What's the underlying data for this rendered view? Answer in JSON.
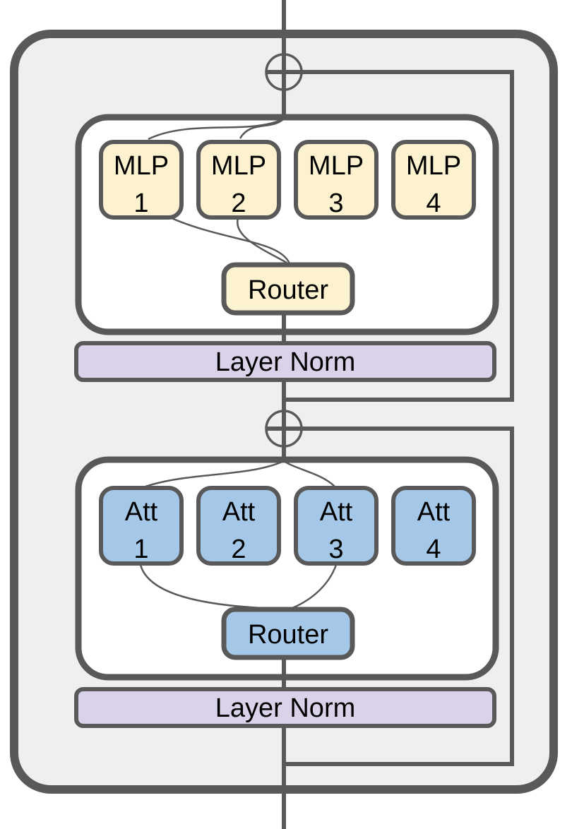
{
  "colors": {
    "line": "#595959",
    "block_fill": "#efefef",
    "container_fill": "#ffffff",
    "mlp_fill": "#fcf2d0",
    "attention_fill": "#a5c8e8",
    "layer_norm_fill": "#d9d2e9",
    "text": "#000000"
  },
  "mlp_block": {
    "experts": [
      {
        "name": "MLP",
        "index": "1"
      },
      {
        "name": "MLP",
        "index": "2"
      },
      {
        "name": "MLP",
        "index": "3"
      },
      {
        "name": "MLP",
        "index": "4"
      }
    ],
    "router": "Router",
    "layer_norm": "Layer Norm"
  },
  "attention_block": {
    "experts": [
      {
        "name": "Att",
        "index": "1"
      },
      {
        "name": "Att",
        "index": "2"
      },
      {
        "name": "Att",
        "index": "3"
      },
      {
        "name": "Att",
        "index": "4"
      }
    ],
    "router": "Router",
    "layer_norm": "Layer Norm"
  }
}
